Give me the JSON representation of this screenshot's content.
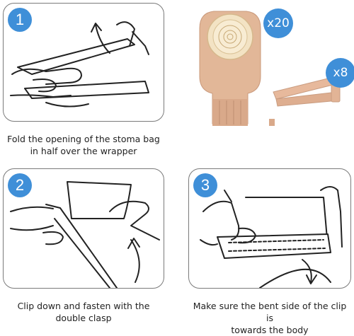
{
  "steps": [
    {
      "number": "1",
      "caption_line1": "Fold the opening of the stoma bag",
      "caption_line2": "in half over the wrapper"
    },
    {
      "number": "2",
      "caption_line1": "Clip down and fasten with the",
      "caption_line2": "double clasp"
    },
    {
      "number": "3",
      "caption_line1": "Make sure the bent side of the clip is",
      "caption_line2": "towards the body"
    }
  ],
  "product": {
    "bag_quantity": "x20",
    "clip_quantity": "x8",
    "accent_color": "#3f8fd8",
    "bag_color": "#e2b798"
  }
}
